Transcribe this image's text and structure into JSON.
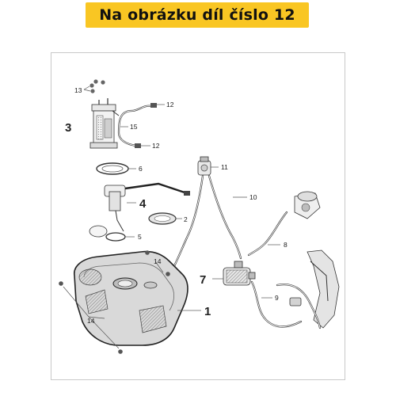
{
  "banner": {
    "text": "Na obrázku díl číslo 12"
  },
  "callouts": {
    "c1": "1",
    "c2": "2",
    "c3": "3",
    "c4": "4",
    "c5": "5",
    "c6": "6",
    "c7": "7",
    "c8": "8",
    "c9": "9",
    "c10": "10",
    "c11": "11",
    "c12a": "12",
    "c12b": "12",
    "c13": "13",
    "c14a": "14",
    "c14b": "14",
    "c15": "15"
  },
  "colors": {
    "banner": "#f9c623",
    "tank_fill": "#d9d9d9",
    "hatch": "#8a8a8a"
  }
}
